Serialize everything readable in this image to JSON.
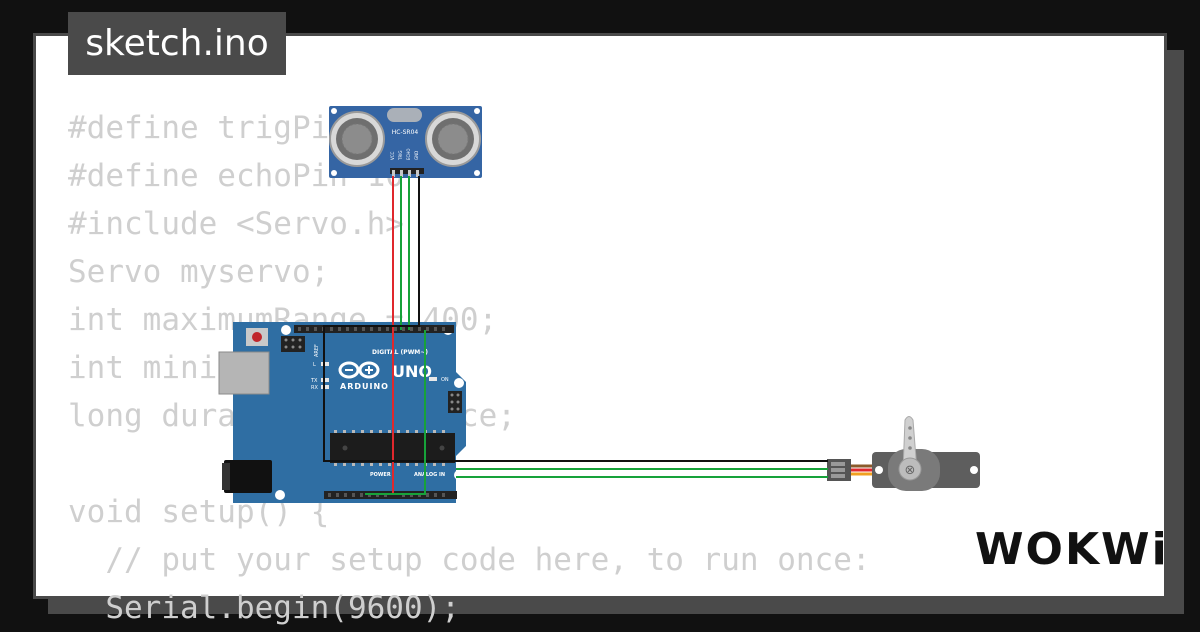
{
  "tab": {
    "filename": "sketch.ino"
  },
  "code_lines": [
    "#define trigPin 9",
    "#define echoPin 10",
    "#include <Servo.h>",
    "Servo myservo;",
    "int maximumRange = 400;",
    "int minimumRange = 0;",
    "long duration, distance;",
    "",
    "void setup() {",
    "  // put your setup code here, to run once:",
    "  Serial.begin(9600);"
  ],
  "sensor": {
    "model": "HC-SR04",
    "pins": [
      "VCC",
      "TRIG",
      "ECHO",
      "GND"
    ]
  },
  "arduino": {
    "logo_text": "ARDUINO",
    "model": "UNO",
    "digital_label": "DIGITAL (PWM~)",
    "analog_label": "ANALOG IN",
    "power_label": "POWER",
    "aref_label": "AREF",
    "on_label": "ON",
    "tx_label": "TX",
    "rx_label": "RX",
    "l_label": "L"
  },
  "brand": {
    "logo": "WOKWi"
  },
  "colors": {
    "board": "#2f6ea3",
    "sensor": "#3565a4",
    "wire_red": "#e0282d",
    "wire_green": "#17a23a",
    "wire_black": "#111111",
    "code_text": "#cfcfcf",
    "frame": "#4a4a4a"
  }
}
